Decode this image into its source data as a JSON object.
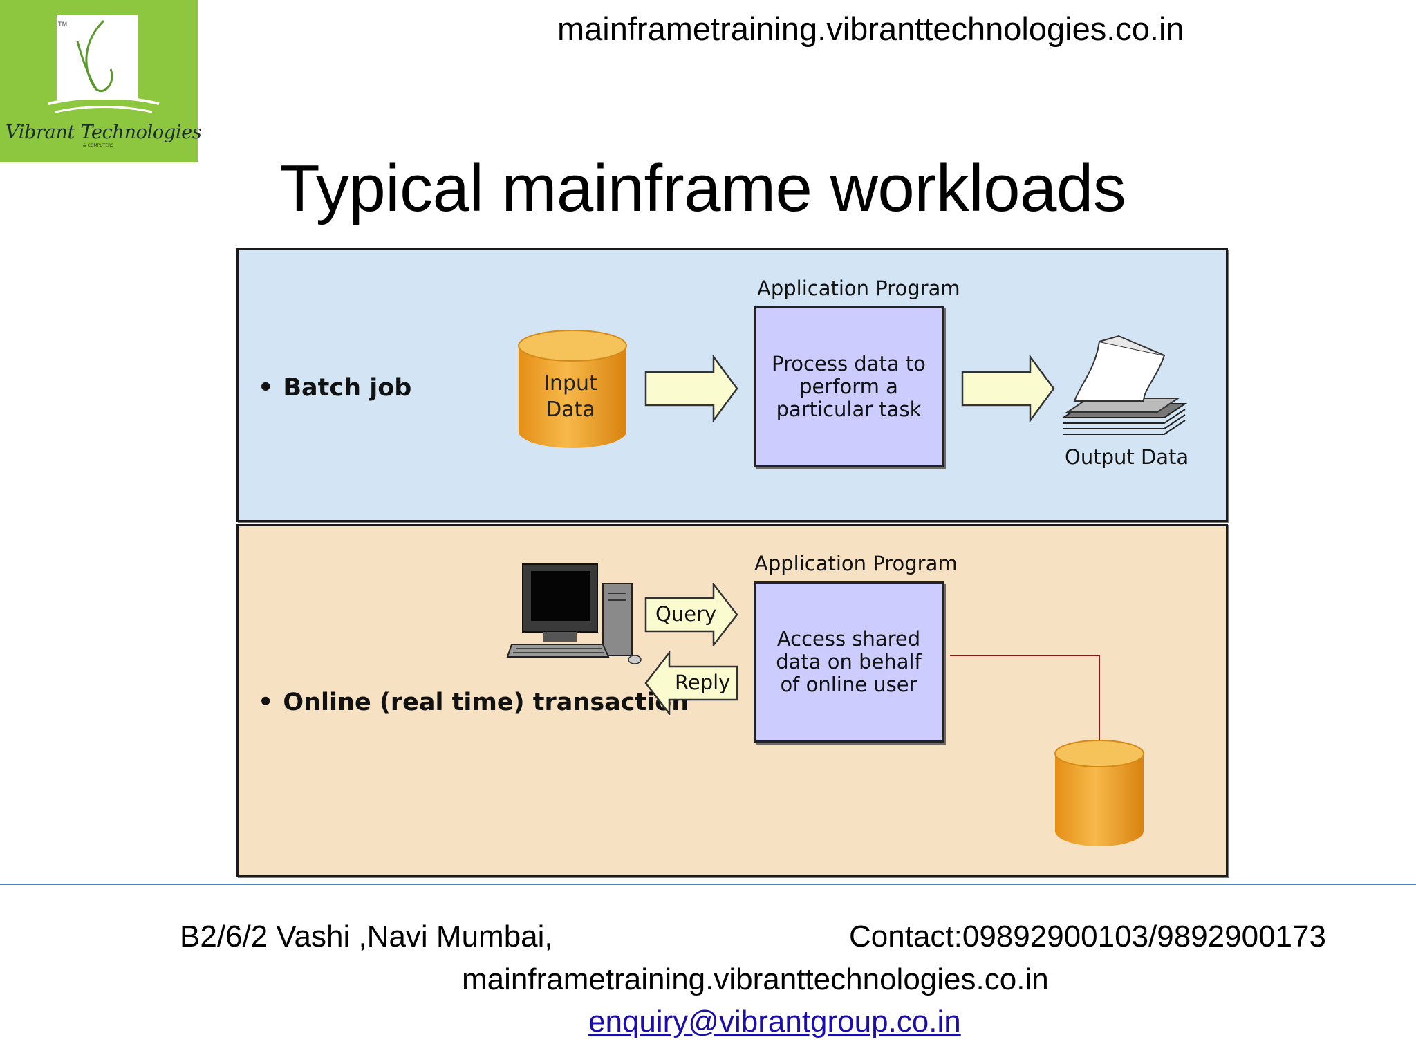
{
  "logo": {
    "text": "Vibrant Technologies"
  },
  "header": {
    "url": "mainframetraining.vibranttechnologies.co.in"
  },
  "title": "Typical mainframe workloads",
  "diagram": {
    "batch": {
      "bullet": "•",
      "label": "Batch job",
      "input_label": "Input Data",
      "app_label": "Application Program",
      "process_text": "Process data to perform a particular task",
      "output_label": "Output Data"
    },
    "online": {
      "bullet": "•",
      "label": "Online (real time) transaction",
      "query_label": "Query",
      "reply_label": "Reply",
      "app_label": "Application Program",
      "process_text": "Access shared data on behalf of online user"
    }
  },
  "footer": {
    "address": "B2/6/2 Vashi ,Navi Mumbai,",
    "contact": "Contact:09892900103/9892900173",
    "url": "mainframetraining.vibranttechnologies.co.in",
    "email": "enquiry@vibrantgroup.co.in"
  },
  "colors": {
    "logo_bg": "#8dc63f",
    "batch_panel": "#d3e5f4",
    "online_panel": "#f7e1c3",
    "process_box": "#ccccff",
    "cylinder": "#f0a830",
    "arrow_fill": "#fbfbd0",
    "connector": "#8b1a1a",
    "footer_line": "#4f81bd",
    "link": "#1a0dab"
  }
}
